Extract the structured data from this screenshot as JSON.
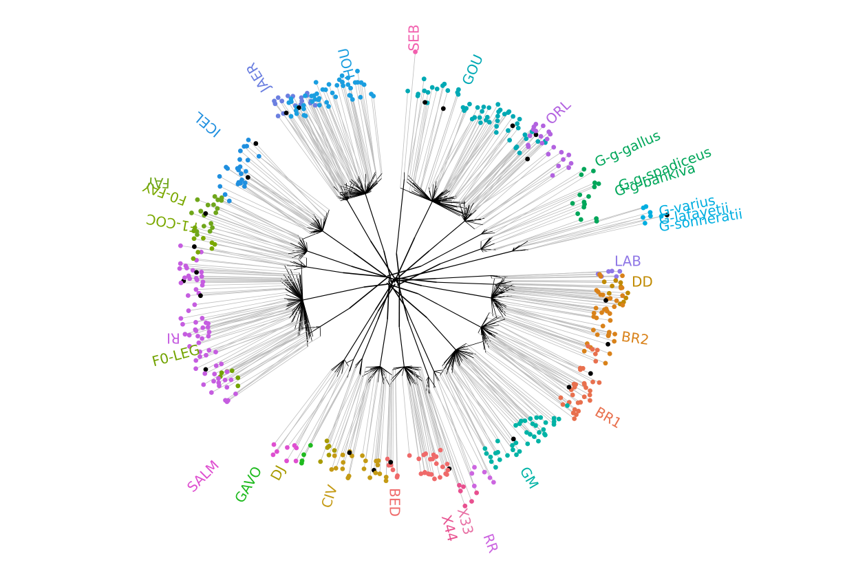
{
  "diagram": {
    "type": "unrooted radial phylogenetic tree",
    "branch_color": "#000000",
    "tip_branch_color": "#bdbdbd",
    "reference_tip_color": "#000000",
    "groups": [
      {
        "label": "SEB",
        "color": "#f25fae"
      },
      {
        "label": "GOU",
        "color": "#00a9b4"
      },
      {
        "label": "ORL",
        "color": "#b262e0"
      },
      {
        "label": "G-g-gallus",
        "color": "#00a65a"
      },
      {
        "label": "G-g-spadiceus",
        "color": "#00a65a"
      },
      {
        "label": "G-g-bankiva",
        "color": "#00a65a"
      },
      {
        "label": "G-varius",
        "color": "#00aee0"
      },
      {
        "label": "G-lafayetii",
        "color": "#00aee0"
      },
      {
        "label": "G-sonneratii",
        "color": "#00aee0"
      },
      {
        "label": "LAB",
        "color": "#8f77e6"
      },
      {
        "label": "DD",
        "color": "#c08a00"
      },
      {
        "label": "BR2",
        "color": "#d9821a"
      },
      {
        "label": "BR1",
        "color": "#e8704e"
      },
      {
        "label": "GM",
        "color": "#00b3a6"
      },
      {
        "label": "RR",
        "color": "#cc66e0"
      },
      {
        "label": "X33",
        "color": "#e86fa3"
      },
      {
        "label": "X44",
        "color": "#e8508f"
      },
      {
        "label": "BED",
        "color": "#ef6a6a"
      },
      {
        "label": "CIV",
        "color": "#c49a14"
      },
      {
        "label": "DJ",
        "color": "#a89b00"
      },
      {
        "label": "GAVO",
        "color": "#1fba1f"
      },
      {
        "label": "SALM",
        "color": "#de4fd0"
      },
      {
        "label": "F0-LEG",
        "color": "#72a300"
      },
      {
        "label": "RI",
        "color": "#c55de0"
      },
      {
        "label": "F1-COC",
        "color": "#7aa800"
      },
      {
        "label": "F0-FAY",
        "color": "#7aa800"
      },
      {
        "label": "FAY",
        "color": "#6fa61a"
      },
      {
        "label": "ICEL",
        "color": "#1f8fdf"
      },
      {
        "label": "JAER",
        "color": "#6b7fe0"
      },
      {
        "label": "HOU",
        "color": "#1a9ee0"
      }
    ]
  }
}
